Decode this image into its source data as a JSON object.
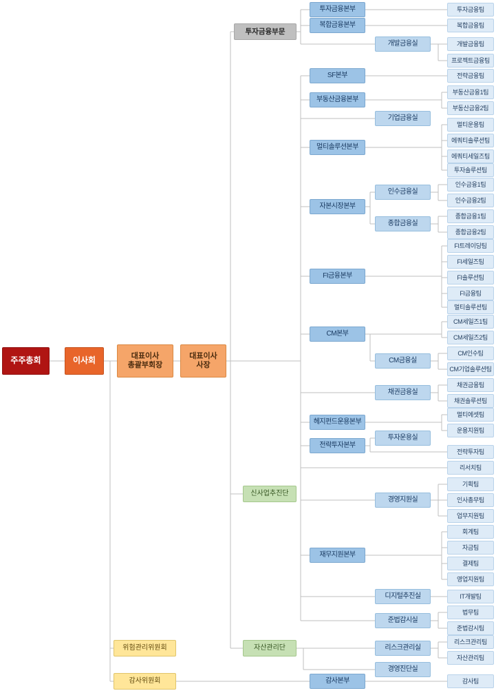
{
  "palette": {
    "shareholders": "#B01513",
    "board": "#E8652A",
    "ceo": "#F5A569",
    "division": "#BFBFBF",
    "hq": "#9CC3E6",
    "office": "#BDD7EE",
    "team": "#DEEBF7",
    "group": "#C6E0B4",
    "committee": "#FFE699",
    "connector": "#BFBFBF"
  },
  "nodes": {
    "shareholders": {
      "label": "주주총회"
    },
    "board": {
      "label": "이사회",
      "parent": "주주총회"
    },
    "ceo_vice_chairman": {
      "label": "대표이사\n총괄부회장",
      "parent": "이사회"
    },
    "ceo_president": {
      "label": "대표이사\n사장",
      "parent": "대표이사 총괄부회장"
    },
    "risk_committee": {
      "label": "위험관리위원회",
      "parent": "이사회"
    },
    "audit_committee": {
      "label": "감사위원회",
      "parent": "이사회"
    },
    "ib_division": {
      "label": "투자금융부문",
      "parent": "대표이사 사장"
    },
    "new_business_group": {
      "label": "신사업추진단",
      "parent": "대표이사 사장"
    },
    "asset_mgmt_group": {
      "label": "자산관리단",
      "parent": "대표이사 사장"
    },
    "hq": [
      {
        "label": "투자금융본부",
        "parent": "투자금융부문"
      },
      {
        "label": "복합금융본부",
        "parent": "투자금융부문"
      },
      {
        "label": "SF본부",
        "parent": "대표이사 사장"
      },
      {
        "label": "부동산금융본부",
        "parent": "대표이사 사장"
      },
      {
        "label": "멀티솔루션본부",
        "parent": "대표이사 사장"
      },
      {
        "label": "자본시장본부",
        "parent": "대표이사 사장"
      },
      {
        "label": "FI금융본부",
        "parent": "대표이사 사장"
      },
      {
        "label": "CM본부",
        "parent": "대표이사 사장"
      },
      {
        "label": "헤지펀드운용본부",
        "parent": "대표이사 사장"
      },
      {
        "label": "전략투자본부",
        "parent": "대표이사 사장"
      },
      {
        "label": "재무지원본부",
        "parent": "대표이사 사장"
      },
      {
        "label": "감사본부",
        "parent": "감사위원회"
      }
    ],
    "offices": [
      {
        "label": "개발금융실",
        "parent": "투자금융부문"
      },
      {
        "label": "기업금융실",
        "parent": "대표이사 사장"
      },
      {
        "label": "인수금융실",
        "parent": "자본시장본부"
      },
      {
        "label": "종합금융실",
        "parent": "자본시장본부"
      },
      {
        "label": "CM금융실",
        "parent": "CM본부"
      },
      {
        "label": "채권금융실",
        "parent": "대표이사 사장"
      },
      {
        "label": "투자운용실",
        "parent": "전략투자본부"
      },
      {
        "label": "경영지원실",
        "parent": "대표이사 사장"
      },
      {
        "label": "디지털추진실",
        "parent": "대표이사 사장"
      },
      {
        "label": "준법감시실",
        "parent": "대표이사 사장"
      },
      {
        "label": "리스크관리실",
        "parent": "자산관리단"
      },
      {
        "label": "경영진단실",
        "parent": "자산관리단"
      }
    ],
    "teams": [
      {
        "label": "투자금융팀",
        "parent": "투자금융본부"
      },
      {
        "label": "복합금융팀",
        "parent": "복합금융본부"
      },
      {
        "label": "개발금융팀",
        "parent": "개발금융실"
      },
      {
        "label": "프로젝트금융팀",
        "parent": "개발금융실"
      },
      {
        "label": "전략금융팀",
        "parent": "SF본부"
      },
      {
        "label": "부동산금융1팀",
        "parent": "부동산금융본부"
      },
      {
        "label": "부동산금융2팀",
        "parent": "부동산금융본부"
      },
      {
        "label": "멀티운용팀",
        "parent": "멀티솔루션본부"
      },
      {
        "label": "에쿼티솔루션팀",
        "parent": "멀티솔루션본부"
      },
      {
        "label": "에쿼티세일즈팀",
        "parent": "멀티솔루션본부"
      },
      {
        "label": "투자솔루션팀",
        "parent": "멀티솔루션본부"
      },
      {
        "label": "인수금융1팀",
        "parent": "인수금융실"
      },
      {
        "label": "인수금융2팀",
        "parent": "인수금융실"
      },
      {
        "label": "종합금융1팀",
        "parent": "종합금융실"
      },
      {
        "label": "종합금융2팀",
        "parent": "종합금융실"
      },
      {
        "label": "FI트레이딩팀",
        "parent": "FI금융본부"
      },
      {
        "label": "FI세일즈팀",
        "parent": "FI금융본부"
      },
      {
        "label": "FI솔루션팀",
        "parent": "FI금융본부"
      },
      {
        "label": "FI금융팀",
        "parent": "FI금융본부"
      },
      {
        "label": "멀티솔루션팀",
        "parent": "FI금융본부"
      },
      {
        "label": "CM세일즈1팀",
        "parent": "CM본부"
      },
      {
        "label": "CM세일즈2팀",
        "parent": "CM본부"
      },
      {
        "label": "CM인수팀",
        "parent": "CM금융실"
      },
      {
        "label": "CM기업솔루션팀",
        "parent": "CM금융실"
      },
      {
        "label": "채권금융팀",
        "parent": "채권금융실"
      },
      {
        "label": "채권솔루션팀",
        "parent": "채권금융실"
      },
      {
        "label": "멀티에셋팀",
        "parent": "헤지펀드운용본부"
      },
      {
        "label": "운용지원팀",
        "parent": "헤지펀드운용본부"
      },
      {
        "label": "전략투자팀",
        "parent": "전략투자본부"
      },
      {
        "label": "리서치팀",
        "parent": "대표이사 사장"
      },
      {
        "label": "기획팀",
        "parent": "경영지원실"
      },
      {
        "label": "인사총무팀",
        "parent": "경영지원실"
      },
      {
        "label": "업무지원팀",
        "parent": "경영지원실"
      },
      {
        "label": "회계팀",
        "parent": "재무지원본부"
      },
      {
        "label": "자금팀",
        "parent": "재무지원본부"
      },
      {
        "label": "결제팀",
        "parent": "재무지원본부"
      },
      {
        "label": "영업지원팀",
        "parent": "재무지원본부"
      },
      {
        "label": "IT개발팀",
        "parent": "디지털추진실"
      },
      {
        "label": "법무팀",
        "parent": "준법감시실"
      },
      {
        "label": "준법감시팀",
        "parent": "준법감시실"
      },
      {
        "label": "리스크관리팀",
        "parent": "리스크관리실"
      },
      {
        "label": "자산관리팀",
        "parent": "리스크관리실"
      },
      {
        "label": "감사팀",
        "parent": "감사본부"
      }
    ]
  }
}
